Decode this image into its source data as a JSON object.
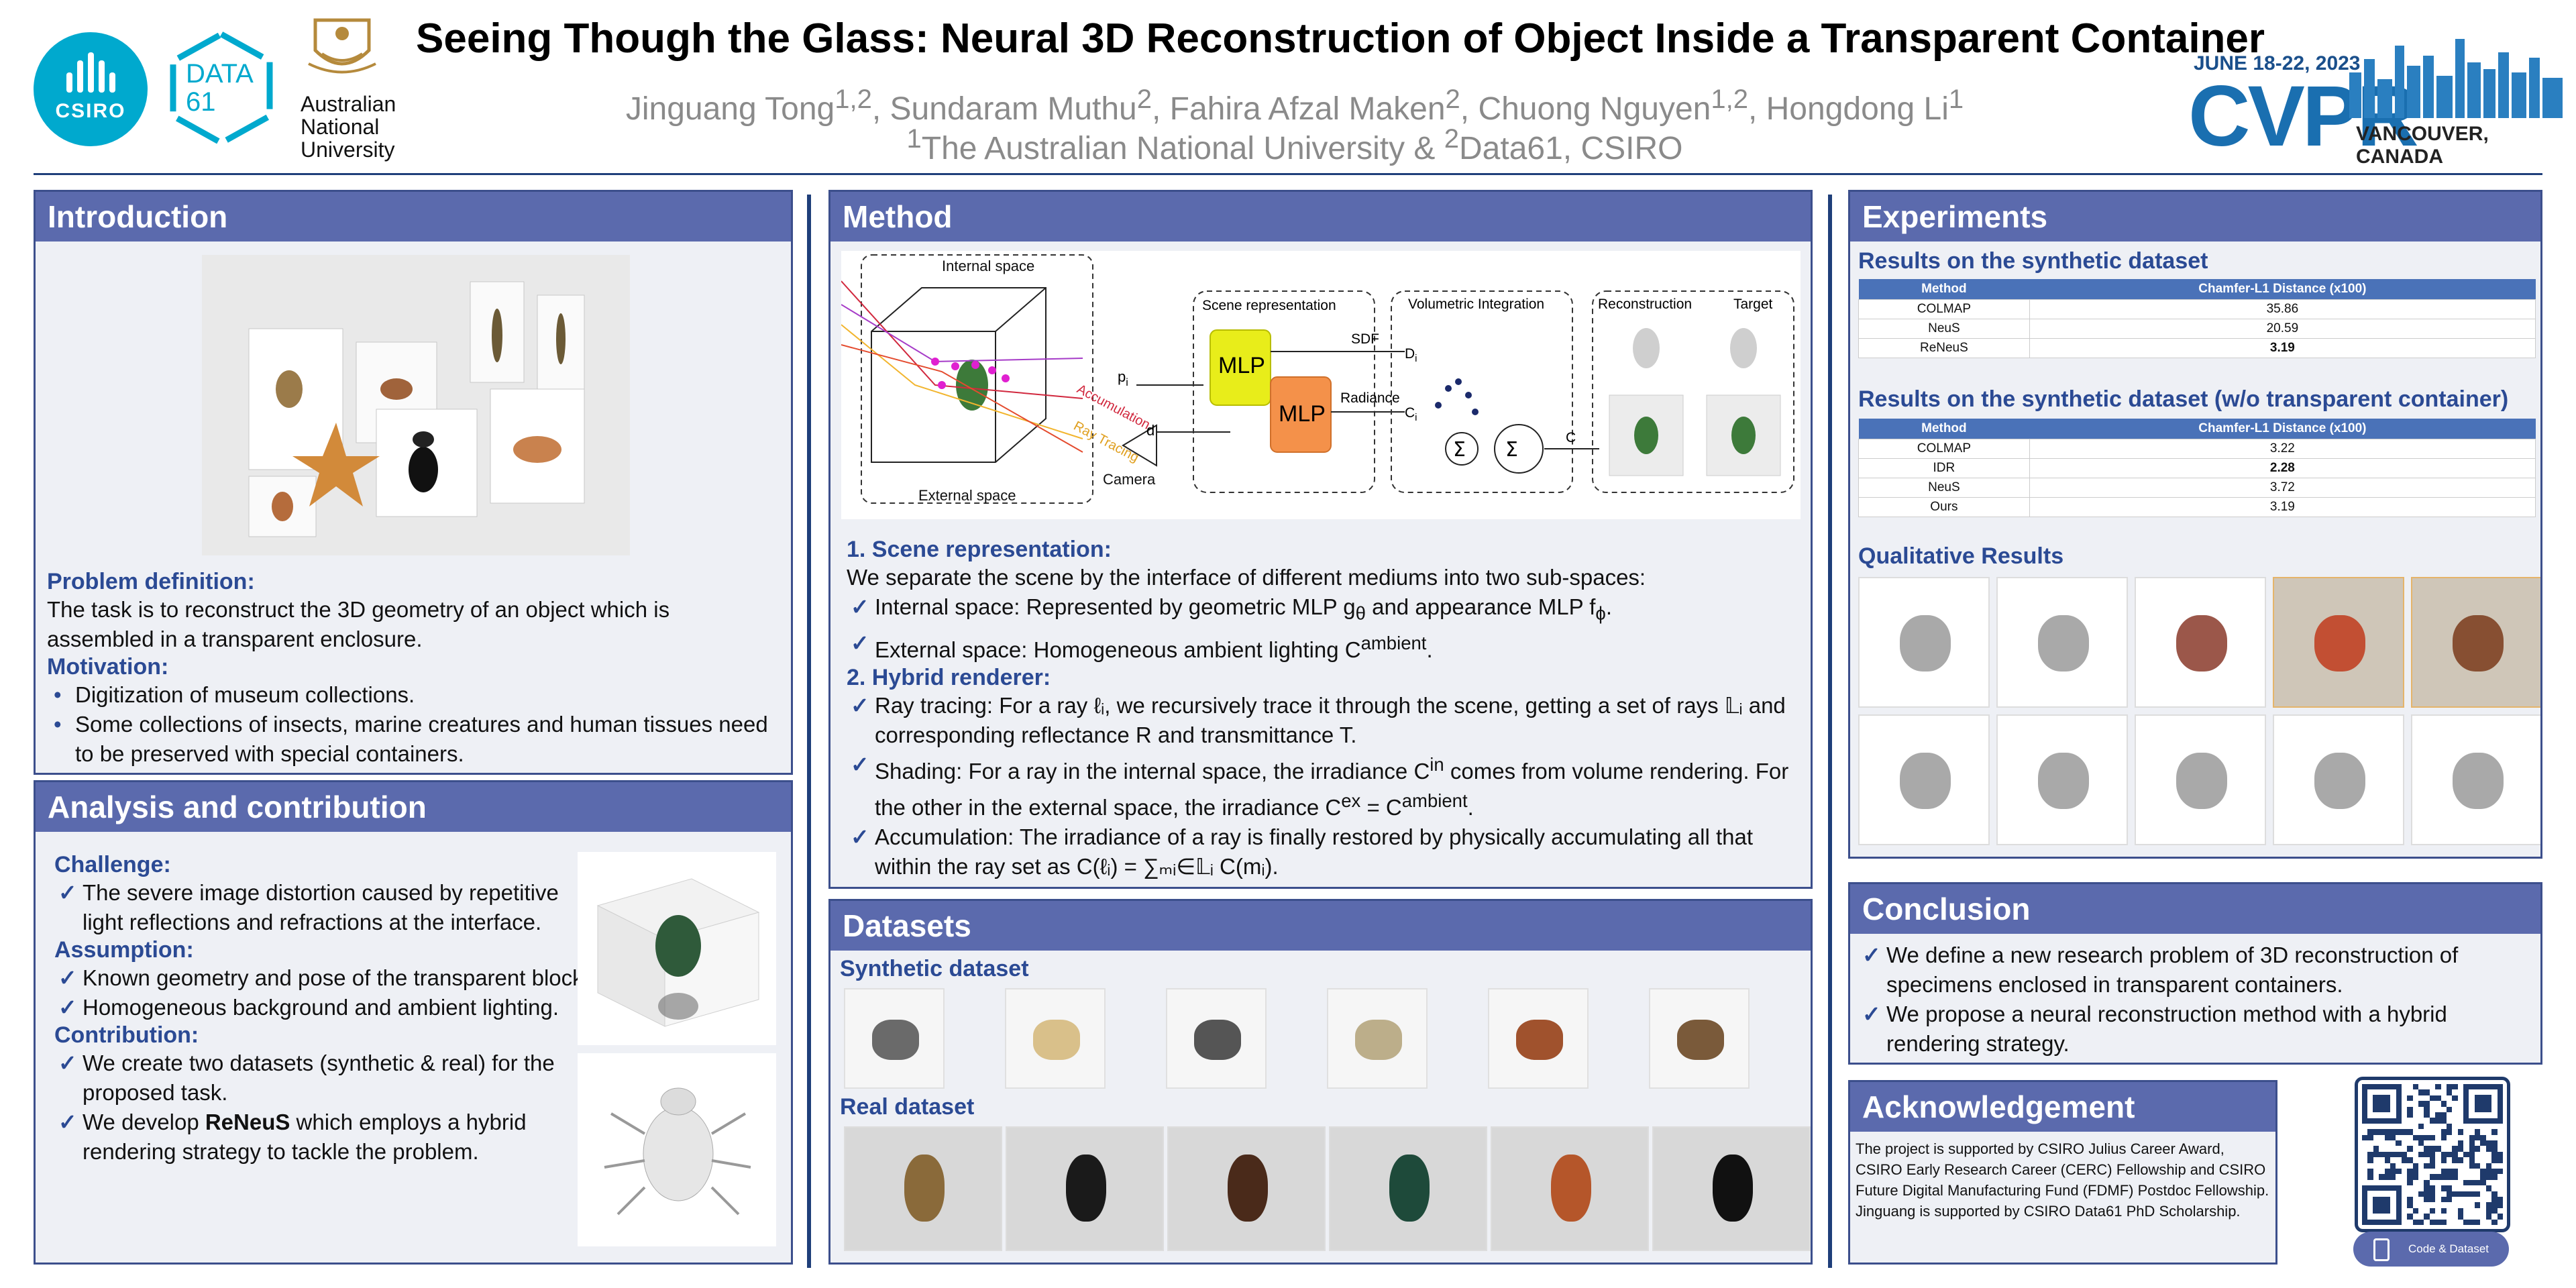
{
  "header": {
    "title": "Seeing Though the Glass: Neural 3D Reconstruction of Object Inside a Transparent Container",
    "authors": [
      {
        "name": "Jinguang Tong",
        "sup": "1,2"
      },
      {
        "name": "Sundaram Muthu",
        "sup": "2"
      },
      {
        "name": "Fahira Afzal Maken",
        "sup": "2"
      },
      {
        "name": "Chuong Nguyen",
        "sup": "1,2"
      },
      {
        "name": "Hongdong Li",
        "sup": "1"
      }
    ],
    "affil_sup1": "1",
    "affil_1": "The Australian National University & ",
    "affil_sup2": "2",
    "affil_2": "Data61, CSIRO",
    "logos": {
      "csiro": "CSIRO",
      "data61_top": "DATA",
      "data61_bottom": "61",
      "anu": "Australian National University"
    },
    "conference": {
      "date": "JUNE 18-22, 2023",
      "name": "CVPR",
      "location": "VANCOUVER, CANADA"
    }
  },
  "colors": {
    "panel_head": "#5b6aad",
    "accent_text": "#2b4a94",
    "table_head": "#4a72b8",
    "csiro": "#00a9ce"
  },
  "introduction": {
    "title": "Introduction",
    "problem_heading": "Problem definition:",
    "problem_text": "The task is to reconstruct the 3D geometry of an object which is assembled in a transparent enclosure.",
    "motivation_heading": "Motivation:",
    "motivation_items": [
      "Digitization of museum collections.",
      "Some collections of insects, marine creatures and human tissues need to be preserved with special containers."
    ]
  },
  "analysis": {
    "title": "Analysis and contribution",
    "challenge_heading": "Challenge:",
    "challenge_items": [
      "The severe image distortion caused by repetitive light reflections and refractions at the interface."
    ],
    "assumption_heading": "Assumption:",
    "assumption_items": [
      "Known geometry and pose of the transparent block.",
      "Homogeneous background and ambient lighting."
    ],
    "contribution_heading": "Contribution:",
    "contribution_1": "We create two datasets (synthetic & real) for the proposed task.",
    "contribution_2_pre": "We develop ",
    "contribution_2_bold": "ReNeuS",
    "contribution_2_post": " which employs a hybrid rendering strategy to tackle the problem."
  },
  "method": {
    "title": "Method",
    "diagram": {
      "internal_space": "Internal space",
      "external_space": "External space",
      "camera": "Camera",
      "ray_tracing": "Ray Tracing",
      "accumulation": "Accumulation",
      "p": "p",
      "p_sub": "i",
      "d": "d",
      "scene_representation": "Scene representation",
      "mlp1": "MLP",
      "mlp2": "MLP",
      "sdf": "SDF",
      "radiance": "Radiance",
      "D": "D",
      "D_sub": "i",
      "Cv": "C",
      "Cv_sub": "i",
      "volumetric_integration": "Volumetric Integration",
      "sigma": "Σ",
      "C_out": "C",
      "reconstruction": "Reconstruction",
      "target": "Target"
    },
    "s1_heading": "1. Scene representation:",
    "s1_text": "We separate the scene by the interface of different mediums into two sub-spaces:",
    "s1_item1": "Internal space: Represented by geometric MLP g",
    "s1_item1_sub": "θ",
    "s1_item1_mid": " and appearance MLP f",
    "s1_item1_sub2": "ϕ",
    "s1_item1_end": ".",
    "s1_item2": "External space: Homogeneous ambient lighting C",
    "s1_item2_sup": "ambient",
    "s1_item2_end": ".",
    "s2_heading": "2. Hybrid renderer:",
    "s2_item1": "Ray tracing: For a ray ℓᵢ, we recursively trace it through the scene, getting a set of rays 𝕃ᵢ  and corresponding reflectance R and transmittance T.",
    "s2_item2a": "Shading: For a ray in the internal space, the irradiance C",
    "s2_item2a_sup": "in",
    "s2_item2b": " comes from volume rendering. For the other in the external space, the irradiance C",
    "s2_item2b_sup": "ex",
    "s2_item2c": " = C",
    "s2_item2c_sup": "ambient",
    "s2_item2d": ".",
    "s2_item3": "Accumulation: The irradiance of a ray is finally restored by physically accumulating all that within the ray set as C(ℓᵢ) = ∑ₘᵢ∈𝕃ᵢ C(mᵢ)."
  },
  "datasets": {
    "title": "Datasets",
    "synthetic_heading": "Synthetic dataset",
    "real_heading": "Real dataset"
  },
  "experiments": {
    "title": "Experiments",
    "t1_heading": "Results on the synthetic dataset",
    "t1_cols": [
      "Method",
      "Chamfer-L1 Distance (x100)"
    ],
    "t1_rows": [
      {
        "method": "COLMAP",
        "value": "35.86",
        "bold": false
      },
      {
        "method": "NeuS",
        "value": "20.59",
        "bold": false
      },
      {
        "method": "ReNeuS",
        "value": "3.19",
        "bold": true
      }
    ],
    "t2_heading": "Results on the synthetic dataset (w/o transparent container)",
    "t2_cols": [
      "Method",
      "Chamfer-L1 Distance (x100)"
    ],
    "t2_rows": [
      {
        "method": "COLMAP",
        "value": "3.22",
        "bold": false
      },
      {
        "method": "IDR",
        "value": "2.28",
        "bold": true
      },
      {
        "method": "NeuS",
        "value": "3.72",
        "bold": false
      },
      {
        "method": "Ours",
        "value": "3.19",
        "bold": false
      }
    ],
    "qual_heading": "Qualitative Results"
  },
  "conclusion": {
    "title": "Conclusion",
    "items": [
      "We define a new research problem of 3D reconstruction of specimens enclosed in transparent containers.",
      "We propose a neural reconstruction method with a hybrid rendering strategy."
    ]
  },
  "acknowledgement": {
    "title": "Acknowledgement",
    "text": "The project is supported by CSIRO Julius Career Award, CSIRO Early Research Career (CERC) Fellowship and CSIRO Future Digital Manufacturing Fund (FDMF) Postdoc Fellowship. Jinguang is supported by CSIRO Data61 PhD Scholarship."
  },
  "qr": {
    "button_label": "Code & Dataset"
  }
}
